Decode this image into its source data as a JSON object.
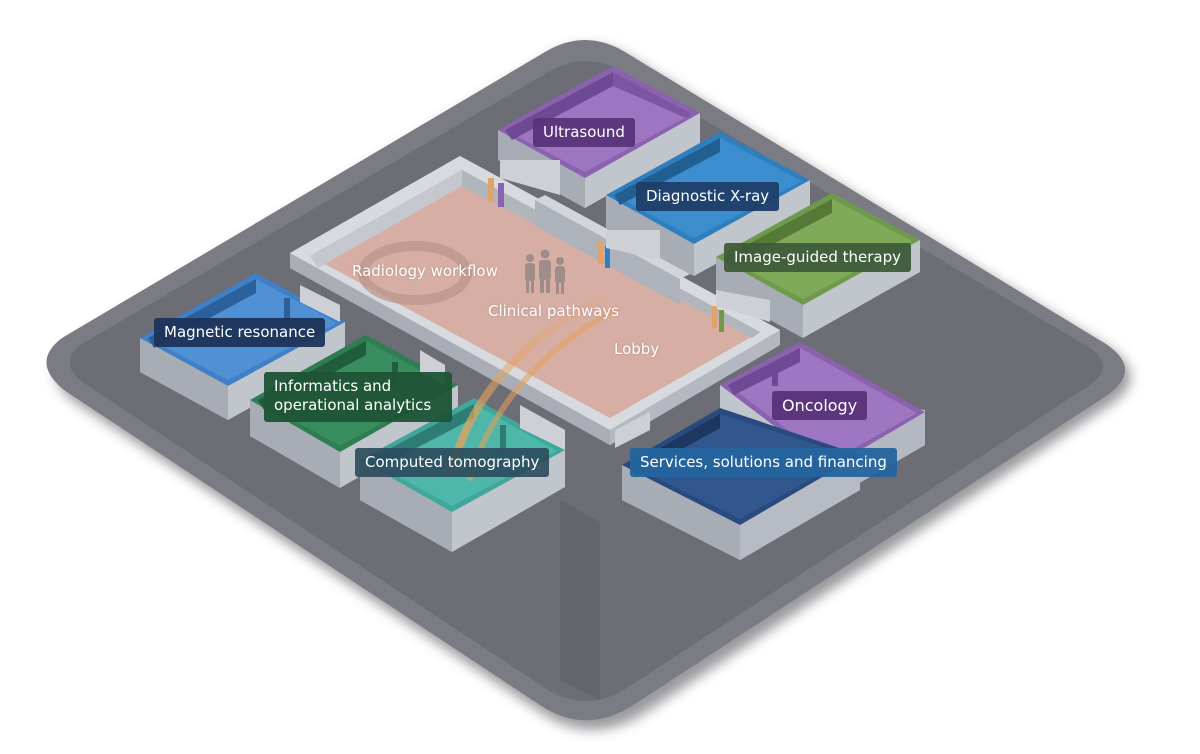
{
  "lobby": {
    "radiology_workflow": "Radiology workflow",
    "clinical_pathways": "Clinical pathways",
    "lobby": "Lobby"
  },
  "rooms": {
    "ultrasound": "Ultrasound",
    "diagnostic_xray": "Diagnostic X-ray",
    "image_guided_therapy": "Image-guided therapy",
    "magnetic_resonance": "Magnetic resonance",
    "informatics": "Informatics and operational analytics",
    "computed_tomography": "Computed tomography",
    "oncology": "Oncology",
    "services": "Services, solutions and financing"
  },
  "colors": {
    "platform": "#6e6e76",
    "lobby_floor": "#d6aea4",
    "wall": "#c9ccd2",
    "ultrasound": "#8b62b0",
    "diagnostic_xray": "#2f7fbf",
    "image_guided_therapy": "#6f9a4c",
    "magnetic_resonance": "#3f80c6",
    "informatics": "#2f7d52",
    "computed_tomography": "#3fa79c",
    "oncology": "#8b62b0",
    "services": "#294a7e",
    "pathway": "#e8a15a"
  }
}
